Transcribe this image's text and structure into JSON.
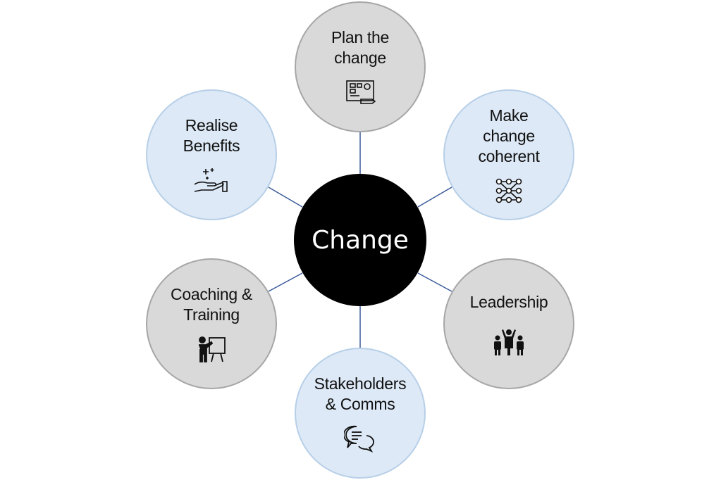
{
  "center": {
    "label": "Change"
  },
  "nodes": [
    {
      "label": "Plan the\nchange",
      "icon": "blueprint-icon"
    },
    {
      "label": "Make\nchange\ncoherent",
      "icon": "network-nodes-icon"
    },
    {
      "label": "Leadership",
      "icon": "team-leader-icon"
    },
    {
      "label": "Stakeholders\n& Comms",
      "icon": "chat-bubbles-icon"
    },
    {
      "label": "Coaching &\nTraining",
      "icon": "presenter-board-icon"
    },
    {
      "label": "Realise\nBenefits",
      "icon": "hand-sparkles-icon"
    }
  ],
  "colors": {
    "line": "#3b5b9b",
    "gray_fill": "#d9d9d9",
    "blue_fill": "#dde9f6",
    "center_fill": "#000000"
  }
}
